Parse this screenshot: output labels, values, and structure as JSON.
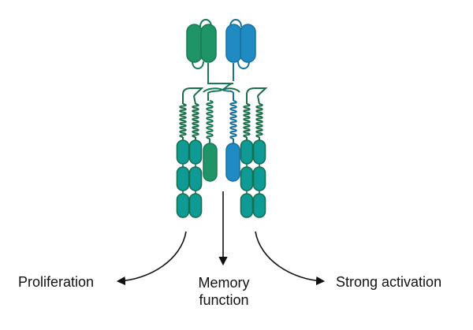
{
  "diagram": {
    "title": "",
    "colors": {
      "green": "#1e9467",
      "green_stroke": "#167a55",
      "blue": "#1f8bc2",
      "blue_stroke": "#176f9f",
      "teal": "#0f9a96",
      "teal_stroke": "#15704f",
      "dark_green_line": "#1b6e4a",
      "arrow": "#111111"
    },
    "components": {
      "head_left": "green N-terminal domain",
      "head_right": "blue N-terminal domain",
      "center_left_chain": "green intracellular domain",
      "center_right_chain": "blue intracellular domain",
      "outer_left_chain": "teal triple-domain tail pair",
      "outer_right_chain": "teal triple-domain tail pair"
    },
    "outcomes": [
      {
        "id": "proliferation",
        "label": "Proliferation"
      },
      {
        "id": "memory",
        "label": "Memory function"
      },
      {
        "id": "strong",
        "label": "Strong activation"
      }
    ]
  }
}
